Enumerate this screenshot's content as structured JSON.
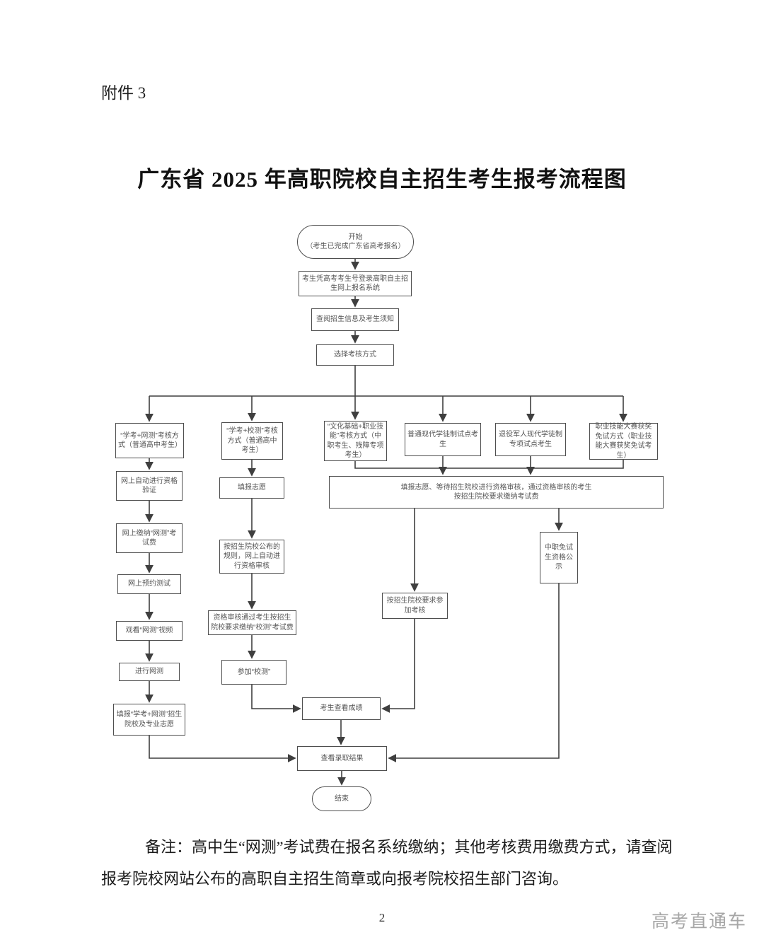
{
  "page": {
    "attachment_label": "附件 3",
    "title": "广东省 2025 年高职院校自主招生考生报考流程图",
    "note": "备注：高中生“网测”考试费在报名系统缴纳；其他考核费用缴费方式，请查阅报考院校网站公布的高职自主招生简章或向报考院校招生部门咨询。",
    "page_number": "2",
    "watermark": "高考直通车"
  },
  "flowchart": {
    "start": "开始\n（考生已完成广东省高考报名）",
    "login": "考生凭高考考生号登录高职自主招生网上报名系统",
    "review_info": "查阅招生信息及考生须知",
    "choose_method": "选择考核方式",
    "branch_xk_wc": "“学考+网测”考核方式（普通高中考生）",
    "branch_xk_xc": "“学考+校测”考核方式（普通高中考生）",
    "branch_wh_jn": "“文化基础+职业技能”考核方式（中职考生、残障专项考生）",
    "branch_xdxtz": "普通现代学徒制试点考生",
    "branch_tyjr": "退役军人现代学徒制专项试点考生",
    "branch_jnds": "职业技能大赛获奖免试方式（职业技能大赛获奖免试考生）",
    "fill_wait": "填报志愿、等待招生院校进行资格审核，通过资格审核的考生\n按招生院校要求缴纳考试费",
    "c1_verify": "网上自动进行资格验证",
    "c1_pay": "网上缴纳“网测”考试费",
    "c1_book": "网上预约测试",
    "c1_watch": "观看“网测”视频",
    "c1_test": "进行网测",
    "c1_fill": "填报“学考+网测”招生院校及专业志愿",
    "c2_fill": "填报志愿",
    "c2_review": "按招生院校公布的规则，网上自动进行资格审核",
    "c2_pay": "资格审核通过考生按招生院校要求缴纳“校测”考试费",
    "c2_take": "参加“校测”",
    "mid_assess": "按招生院校要求参加考核",
    "mid_public": "中职免试生资格公示",
    "scores": "考生查看成绩",
    "results": "查看录取结果",
    "end": "结束"
  },
  "colors": {
    "line": "#3f3f3f",
    "box_border": "#4e4e4e",
    "box_text": "#555555",
    "watermark": "#a6a6a6"
  }
}
